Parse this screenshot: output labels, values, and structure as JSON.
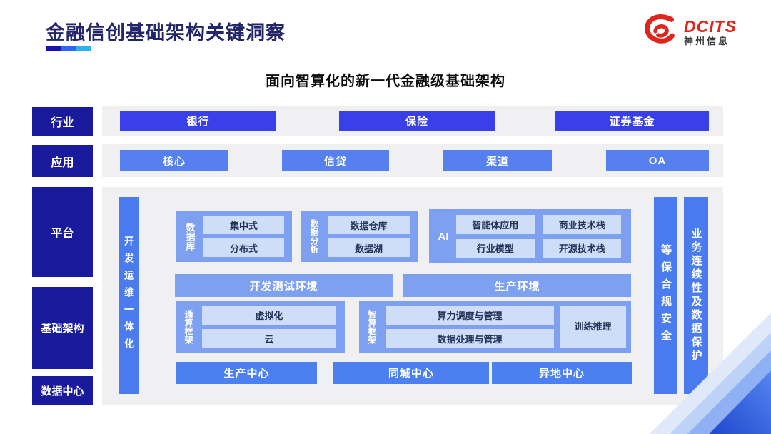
{
  "header": {
    "title": "金融信创基础架构关键洞察",
    "subtitle": "面向智算化的新一代金融级基础架构",
    "logo": {
      "brand": "DCITS",
      "company": "神州信息"
    }
  },
  "layers": {
    "industry": {
      "label": "行业",
      "items": [
        "银行",
        "保险",
        "证券基金"
      ]
    },
    "application": {
      "label": "应用",
      "items": [
        "核心",
        "信贷",
        "渠道",
        "OA"
      ]
    },
    "platform": {
      "label": "平台"
    },
    "infrastructure": {
      "label": "基础架构"
    },
    "datacenter": {
      "label": "数据中心"
    }
  },
  "diagram": {
    "devops_bar": "开发运维一体化",
    "security_bar": "等保合规安全",
    "continuity_bar": "业务连续性及数据保护",
    "database": {
      "label": "数据库",
      "items": [
        "集中式",
        "分布式"
      ]
    },
    "analytics": {
      "label": "数据分析",
      "items": [
        "数据仓库",
        "数据湖"
      ]
    },
    "ai": {
      "label": "AI",
      "items": [
        "智能体应用",
        "商业技术栈",
        "行业模型",
        "开源技术栈"
      ]
    },
    "environments": [
      "开发测试环境",
      "生产环境"
    ],
    "general_compute": {
      "label": "通算框架",
      "items": [
        "虚拟化",
        "云"
      ]
    },
    "intelligent_compute": {
      "label": "智算框架",
      "items": [
        "算力调度与管理",
        "数据处理与管理"
      ],
      "side": "训练推理"
    },
    "centers": [
      "生产中心",
      "同城中心",
      "异地中心"
    ]
  },
  "colors": {
    "layer_label_navy": "#1a1a9c",
    "industry_button_blue": "#3a40e9",
    "application_button_blue": "#5680f0",
    "vertical_bar_blue": "#4a7cf0",
    "group_blue": "#7da0f0",
    "inner_box_blue": "#cfdef8",
    "inner_box_text": "#223357",
    "title_navy": "#232769",
    "brand_red": "#e0261c",
    "underline_segments": [
      "#1a12ae",
      "#2d68ee",
      "#2eb2ee"
    ],
    "panel_gray": "#f0f0f2"
  }
}
